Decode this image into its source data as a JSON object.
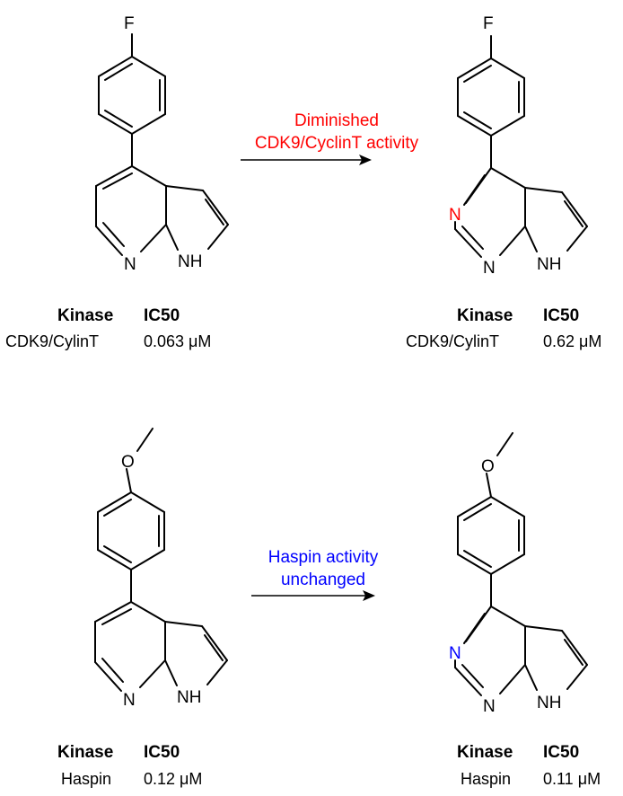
{
  "colors": {
    "red": "#ff0000",
    "blue": "#0000ff",
    "black": "#000000"
  },
  "atoms": {
    "fluorine": "F",
    "nitrogen": "N",
    "nh": "NH"
  },
  "reactions": [
    {
      "arrow_caption_line1": "Diminished",
      "arrow_caption_line2": "CDK9/CyclinT activity",
      "caption_color": "#ff0000",
      "left": {
        "kinase_header": "Kinase",
        "ic50_header": "IC50",
        "kinase": "CDK9/CylinT",
        "ic50": "0.063 μM"
      },
      "right": {
        "kinase_header": "Kinase",
        "ic50_header": "IC50",
        "kinase": "CDK9/CylinT",
        "ic50": "0.62 μM"
      }
    },
    {
      "arrow_caption_line1": "Haspin activity",
      "arrow_caption_line2": "unchanged",
      "caption_color": "#0000ff",
      "left": {
        "kinase_header": "Kinase",
        "ic50_header": "IC50",
        "kinase": "Haspin",
        "ic50": "0.12 μM"
      },
      "right": {
        "kinase_header": "Kinase",
        "ic50_header": "IC50",
        "kinase": "Haspin",
        "ic50": "0.11 μM"
      }
    }
  ]
}
